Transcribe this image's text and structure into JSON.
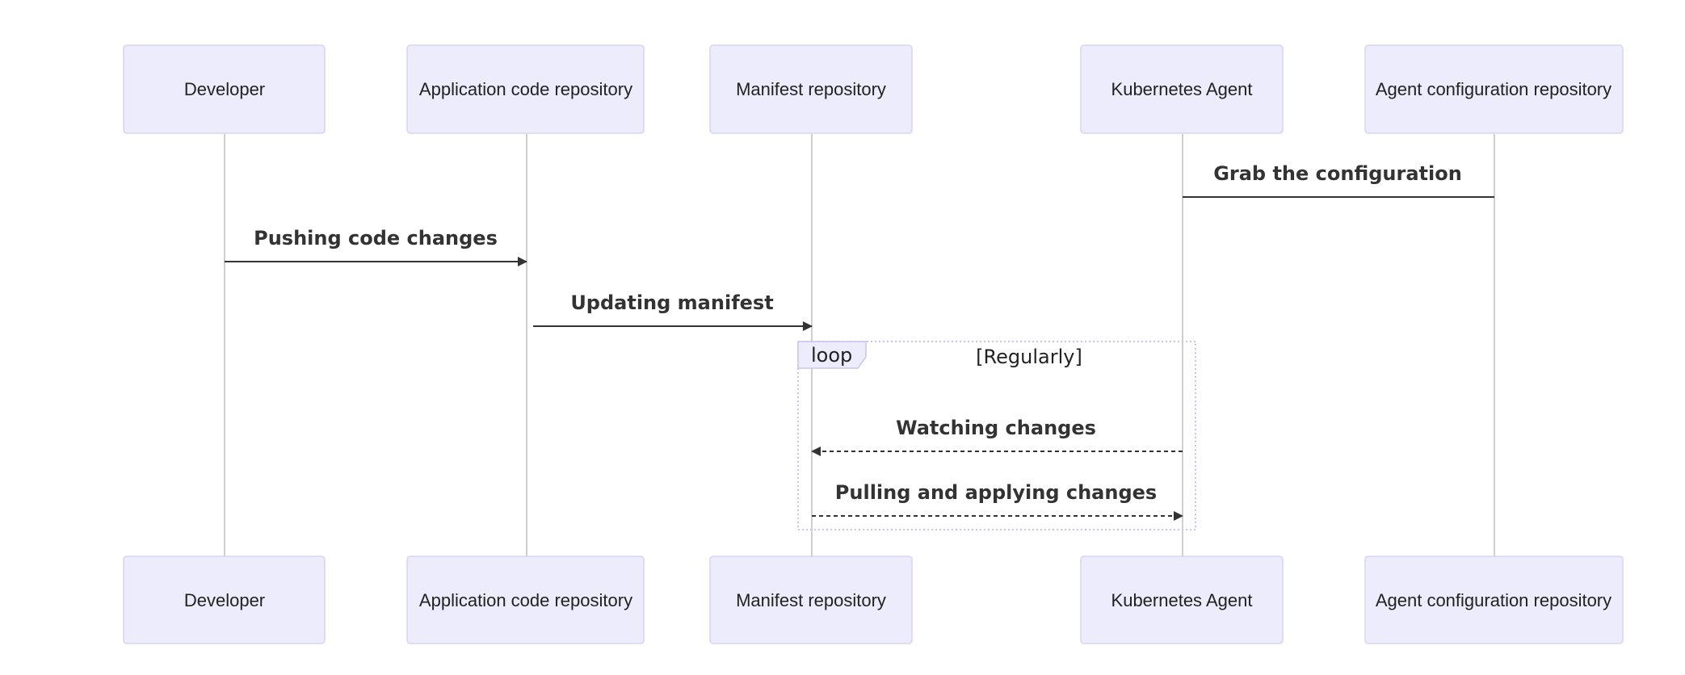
{
  "actors": [
    {
      "id": "developer",
      "label": "Developer"
    },
    {
      "id": "app-repo",
      "label": "Application code repository"
    },
    {
      "id": "manifest-repo",
      "label": "Manifest repository"
    },
    {
      "id": "k8s-agent",
      "label": "Kubernetes Agent"
    },
    {
      "id": "agent-config-repo",
      "label": "Agent configuration repository"
    }
  ],
  "messages": [
    {
      "label": "Grab the configuration",
      "from": "agent-config-repo",
      "to": "k8s-agent",
      "style": "solid",
      "arrowhead": false
    },
    {
      "label": "Pushing code changes",
      "from": "developer",
      "to": "app-repo",
      "style": "solid",
      "arrowhead": true
    },
    {
      "label": "Updating manifest",
      "from": "app-repo",
      "to": "manifest-repo",
      "style": "solid",
      "arrowhead": true
    },
    {
      "label": "Watching changes",
      "from": "k8s-agent",
      "to": "manifest-repo",
      "style": "dashed",
      "arrowhead": true
    },
    {
      "label": "Pulling and applying changes",
      "from": "manifest-repo",
      "to": "k8s-agent",
      "style": "dashed",
      "arrowhead": true
    }
  ],
  "loop": {
    "keyword": "loop",
    "condition": "[Regularly]"
  },
  "colors": {
    "actor_fill": "#ececfc",
    "actor_stroke": "#d8d5f2",
    "lifeline": "#cfcfcf",
    "message": "#333333",
    "loop_border": "#c8c3ee"
  }
}
